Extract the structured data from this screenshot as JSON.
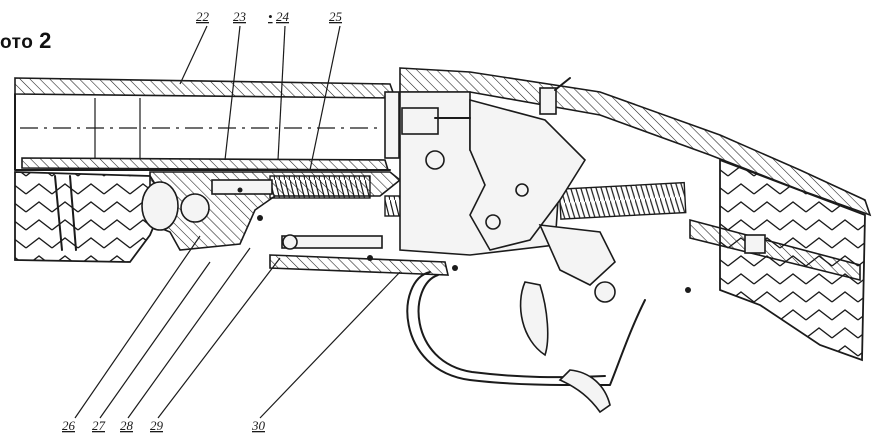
{
  "figure": {
    "label_prefix": "ото",
    "label_number": "2",
    "callouts": [
      "22",
      "23",
      "24",
      "25",
      "26",
      "27",
      "28",
      "29",
      "30"
    ],
    "callout_prefix_24": "•"
  }
}
